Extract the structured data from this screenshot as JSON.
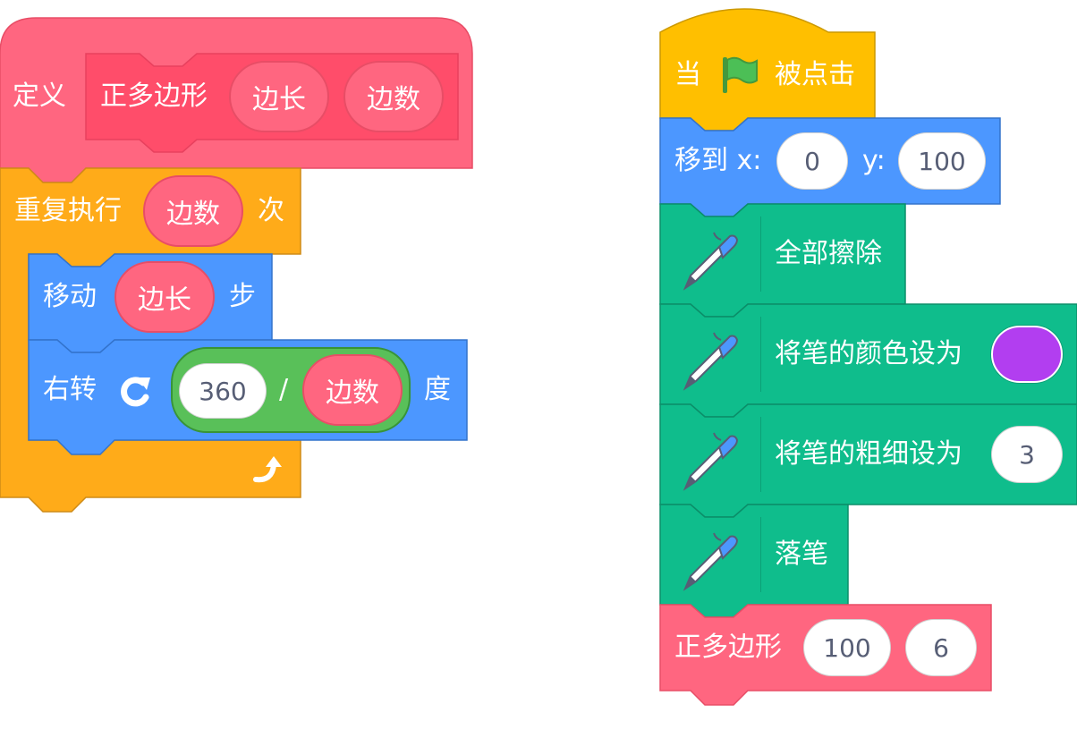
{
  "define_script": {
    "define_label": "定义",
    "proc_name": "正多边形",
    "param_side": "边长",
    "param_count": "边数",
    "repeat_label": "重复执行",
    "repeat_count": "边数",
    "repeat_suffix": "次",
    "move_label": "移动",
    "move_value": "边长",
    "move_suffix": "步",
    "turn_label": "右转",
    "turn_icon": "rotate-right-icon",
    "turn_dividend": "360",
    "turn_operator": "/",
    "turn_divisor": "边数",
    "turn_suffix": "度",
    "loop_end_icon": "loop-arrow-icon"
  },
  "main_script": {
    "hat_prefix": "当",
    "hat_icon": "green-flag-icon",
    "hat_suffix": "被点击",
    "goto_label": "移到 x:",
    "goto_x": "0",
    "goto_y_label": "y:",
    "goto_y": "100",
    "pen_icon": "pen-icon",
    "clear_label": "全部擦除",
    "set_color_label": "将笔的颜色设为",
    "pen_color": "#b23ef0",
    "set_size_label": "将笔的粗细设为",
    "pen_size": "3",
    "pen_down_label": "落笔",
    "call_name": "正多边形",
    "call_arg1": "100",
    "call_arg2": "6"
  },
  "colors": {
    "events": "#ffbf00",
    "motion": "#4c97ff",
    "control": "#ffab19",
    "pen": "#0fbd8c",
    "custom": "#ff6680",
    "operators": "#59c059"
  }
}
